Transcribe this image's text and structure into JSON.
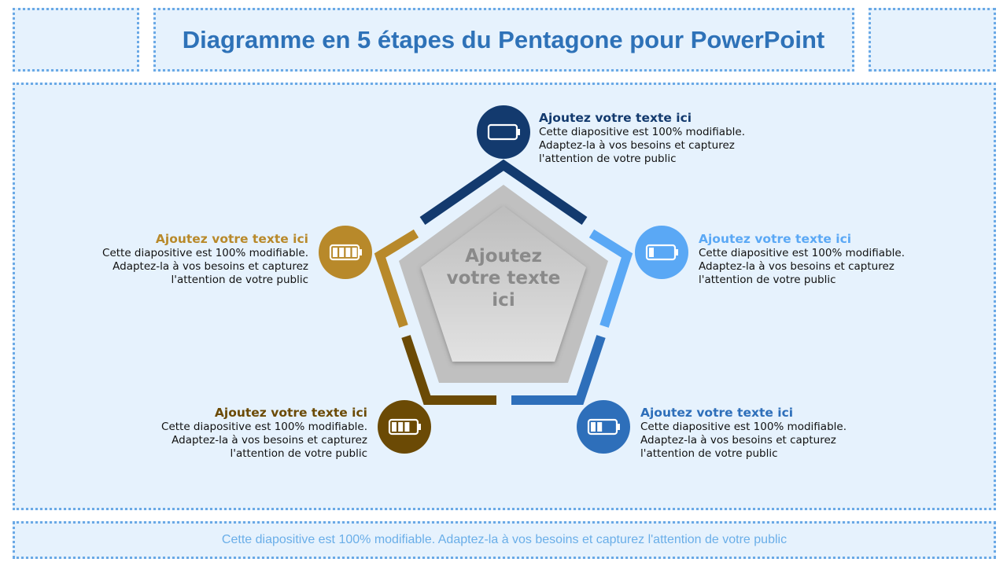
{
  "title": "Diagramme  en 5 étapes du Pentagone pour PowerPoint",
  "center_text": "Ajoutez votre texte ici",
  "footer": "Cette diapositive est 100% modifiable. Adaptez-la à vos besoins et capturez l'attention de votre public",
  "steps": [
    {
      "heading": "Ajoutez votre texte ici",
      "body": "Cette diapositive est 100% modifiable. Adaptez-la à vos besoins et capturez l'attention de votre public",
      "color": "#133a6e",
      "icon": "battery-empty-icon"
    },
    {
      "heading": "Ajoutez votre texte ici",
      "body": "Cette diapositive est 100% modifiable. Adaptez-la à vos besoins et capturez l'attention de votre public",
      "color": "#5aa8f5",
      "icon": "battery-one-bar-icon"
    },
    {
      "heading": "Ajoutez votre texte ici",
      "body": "Cette diapositive est 100% modifiable. Adaptez-la à vos besoins et capturez l'attention de votre public",
      "color": "#2e6fba",
      "icon": "battery-two-bar-icon"
    },
    {
      "heading": "Ajoutez votre texte ici",
      "body": "Cette diapositive est 100% modifiable. Adaptez-la à vos besoins et capturez l'attention de votre public",
      "color": "#6b4a05",
      "icon": "battery-three-bar-icon"
    },
    {
      "heading": "Ajoutez votre texte ici",
      "body": "Cette diapositive est 100% modifiable. Adaptez-la à vos besoins et capturez l'attention de votre public",
      "color": "#b8892a",
      "icon": "battery-full-icon"
    }
  ]
}
